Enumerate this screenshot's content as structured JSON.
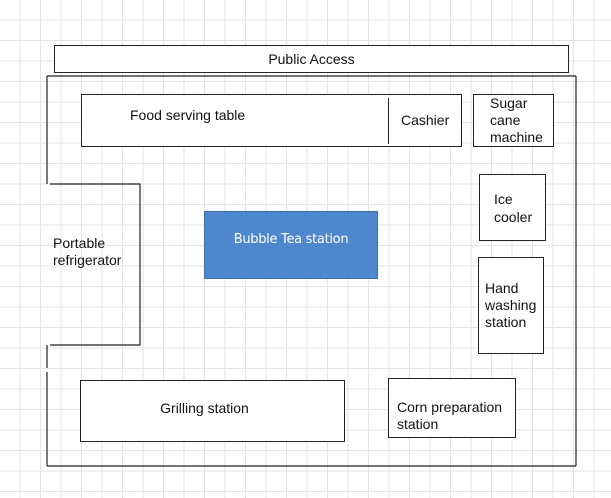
{
  "diagram": {
    "public_access": "Public Access",
    "food_serving_table": "Food serving table",
    "cashier": "Cashier",
    "sugar_cane_machine": [
      "Sugar",
      "cane",
      "machine"
    ],
    "ice_cooler": [
      "Ice",
      "cooler"
    ],
    "portable_refrigerator": [
      "Portable",
      "refrigerator"
    ],
    "bubble_tea_station": "Bubble Tea station",
    "hand_washing_station": [
      "Hand",
      "washing",
      "station"
    ],
    "grilling_station": "Grilling station",
    "corn_preparation_station": [
      "Corn preparation",
      "station"
    ]
  },
  "colors": {
    "bubble_tea_fill": "#4f87cc",
    "bubble_tea_border": "#3b6fae",
    "outline": "#222222",
    "grid": "#e3e3e3"
  }
}
